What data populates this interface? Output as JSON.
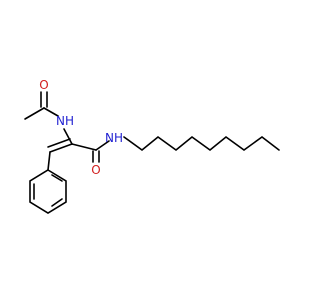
{
  "molecule": {
    "atom_labels": {
      "o_acetyl": "O",
      "n_amide_top": "NH",
      "n_amide_right": "NH",
      "o_carbonyl": "O"
    },
    "colors": {
      "bond": "#000000",
      "nitrogen": "#1f1fd1",
      "oxygen": "#d11f1f",
      "background": "#ffffff"
    }
  }
}
